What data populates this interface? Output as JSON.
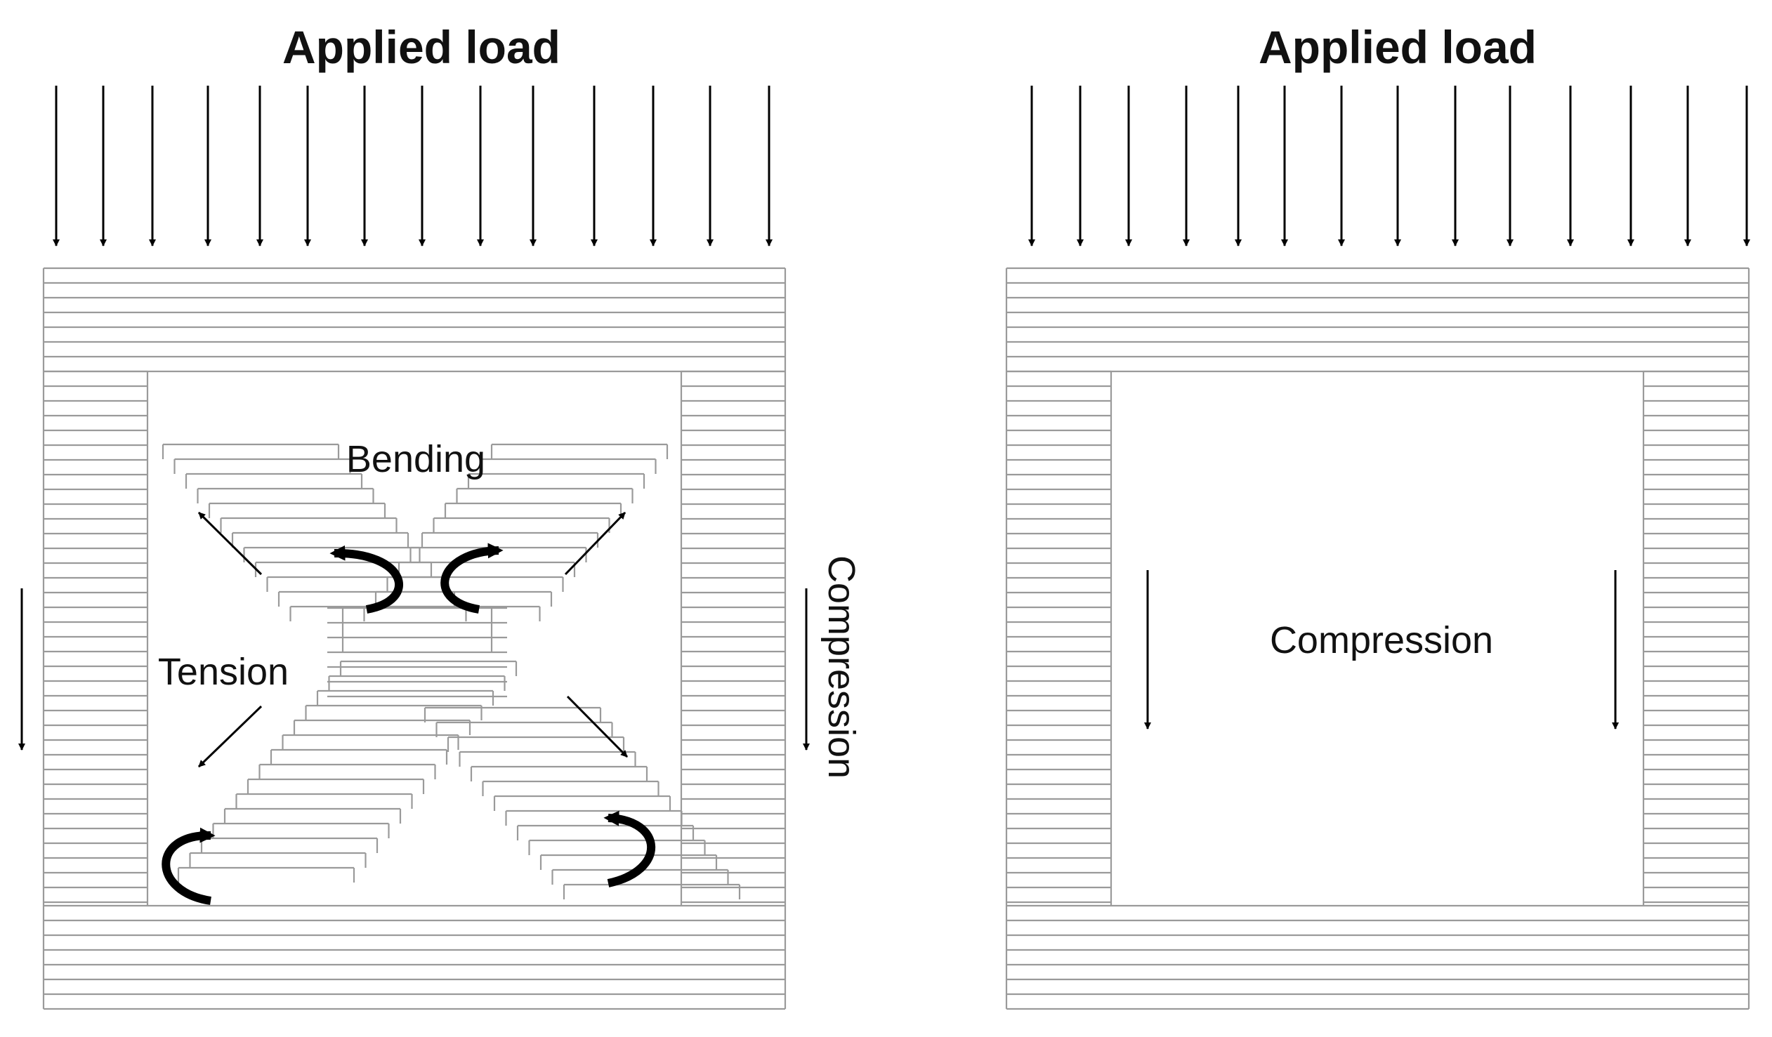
{
  "panels": [
    {
      "title": "Applied load",
      "labels": {
        "bending": "Bending",
        "tension": "Tension",
        "compression": "Compression"
      }
    },
    {
      "title": "Applied load",
      "labels": {
        "compression": "Compression"
      }
    }
  ],
  "colors": {
    "layer_line": "#9a9a9a",
    "arrow": "#000000",
    "text": "#111111",
    "background": "#ffffff"
  }
}
